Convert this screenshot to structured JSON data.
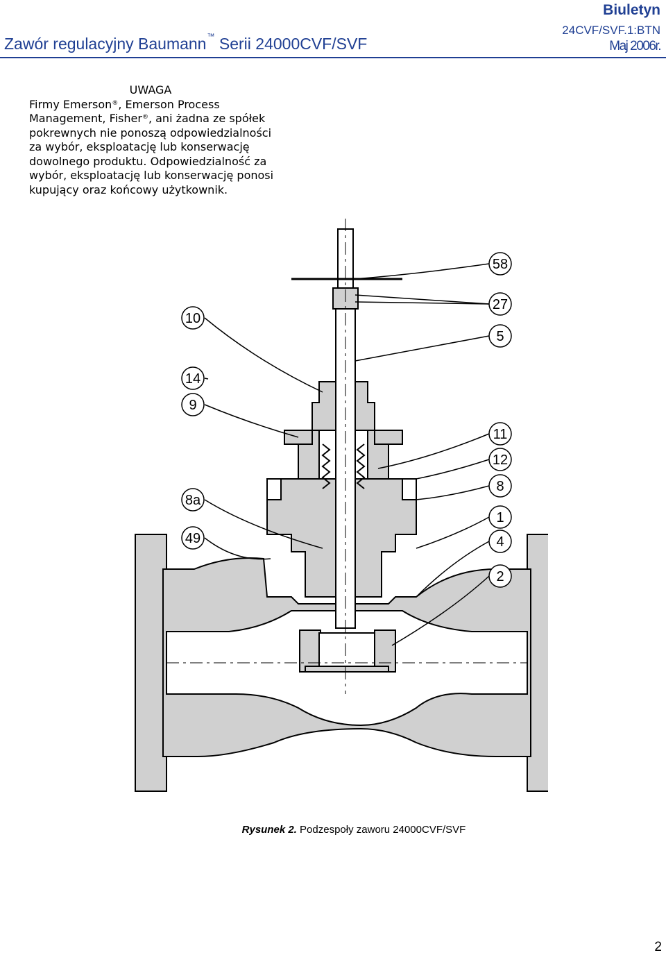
{
  "header": {
    "title_main": "Zawór regulacyjny Baumann",
    "title_tm": "™",
    "title_series": "Serii 24000CVF/SVF",
    "doc_type": "Biuletyn",
    "doc_code": "24CVF/SVF.1:BTN",
    "doc_date": "Maj 2006r."
  },
  "notice": {
    "heading": "UWAGA",
    "reg": "®",
    "l1a": "Firmy Emerson",
    "l1b": ", Emerson Process",
    "l2a": "Management, Fisher",
    "l2b": ", ani żadna ze spółek",
    "l3": "pokrewnych nie ponoszą odpowiedzialności",
    "l4": "za wybór, eksploatację lub konserwację",
    "l5": "dowolnego produktu. Odpowiedzialność za",
    "l6": "wybór, eksploatację lub konserwację ponosi",
    "l7": "kupujący oraz końcowy użytkownik."
  },
  "figure": {
    "caption_label": "Rysunek 2.",
    "caption_text": "Podzespoły zaworu 24000CVF/SVF",
    "callouts_left": [
      "10",
      "14",
      "9",
      "8a",
      "49"
    ],
    "callouts_right": [
      "58",
      "27",
      "5",
      "11",
      "12",
      "8",
      "1",
      "4",
      "2"
    ]
  },
  "page_number": "2"
}
